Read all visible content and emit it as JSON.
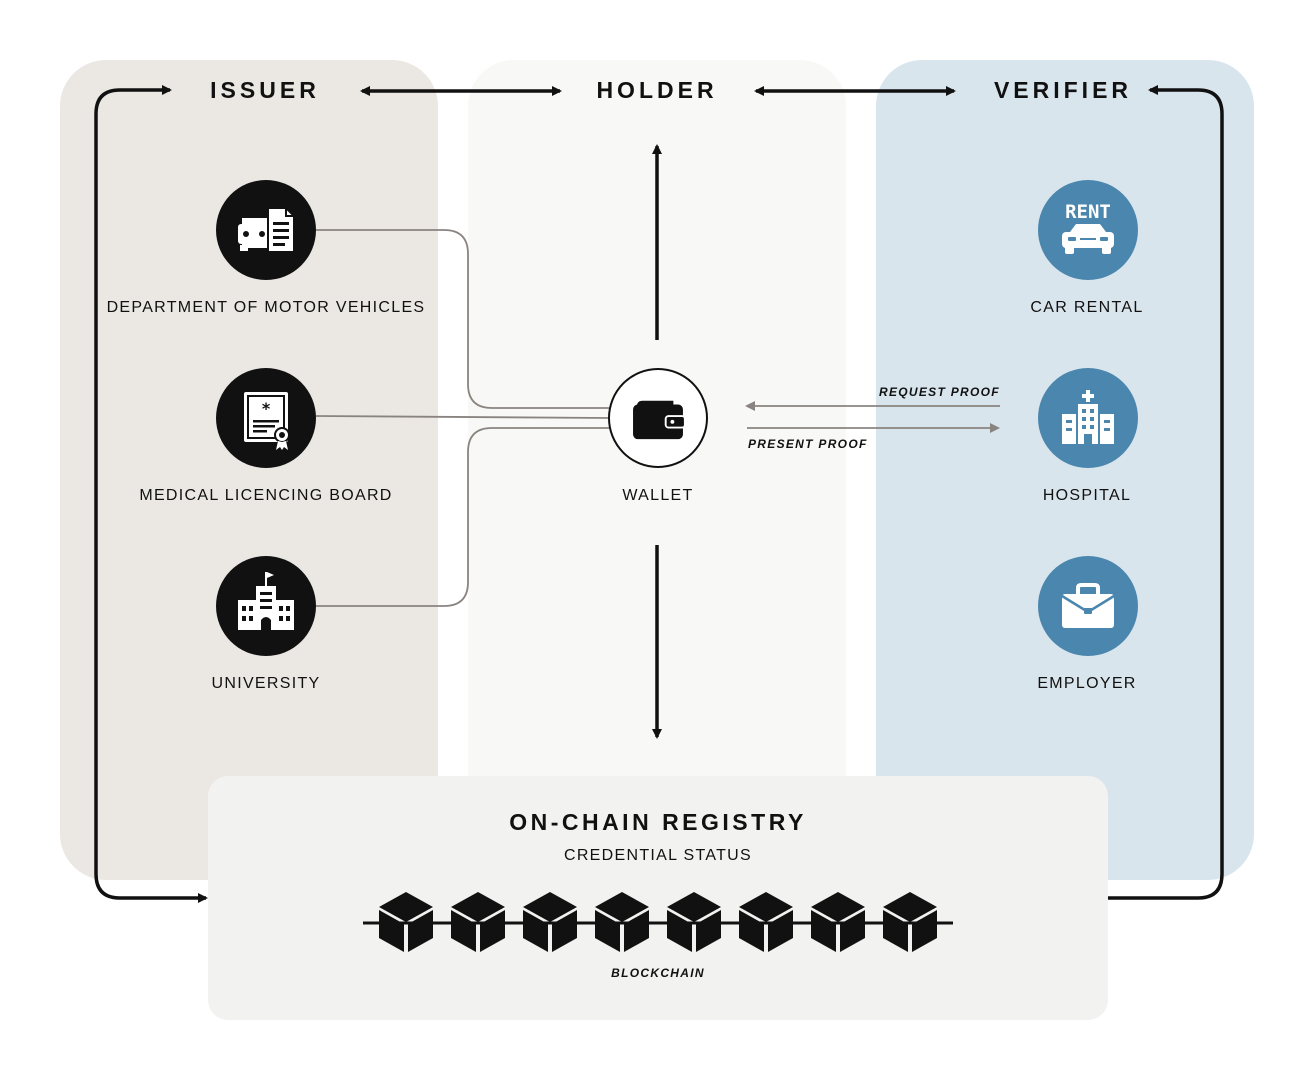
{
  "columns": {
    "issuer": "ISSUER",
    "holder": "HOLDER",
    "verifier": "VERIFIER"
  },
  "issuers": [
    {
      "label": "DEPARTMENT OF MOTOR VEHICLES",
      "icon": "vehicle-document-icon"
    },
    {
      "label": "MEDICAL LICENCING BOARD",
      "icon": "medical-certificate-icon"
    },
    {
      "label": "UNIVERSITY",
      "icon": "university-building-icon"
    }
  ],
  "holder": {
    "label": "WALLET",
    "icon": "wallet-icon"
  },
  "verifiers": [
    {
      "label": "CAR RENTAL",
      "icon": "car-rental-icon",
      "badge_text": "RENT"
    },
    {
      "label": "HOSPITAL",
      "icon": "hospital-icon"
    },
    {
      "label": "EMPLOYER",
      "icon": "briefcase-icon"
    }
  ],
  "proof_flow": {
    "request": "REQUEST PROOF",
    "present": "PRESENT PROOF"
  },
  "registry": {
    "title": "ON-CHAIN REGISTRY",
    "subtitle": "CREDENTIAL STATUS",
    "chain_label": "BLOCKCHAIN",
    "block_count": 8
  },
  "colors": {
    "issuer_panel": "#ebe8e3",
    "holder_panel": "#f8f8f6",
    "verifier_panel": "#d9e5ed",
    "registry_panel": "#f2f2f0",
    "issuer_icon": "#111111",
    "verifier_icon": "#4a86ad",
    "connector_line": "#8a8480"
  }
}
